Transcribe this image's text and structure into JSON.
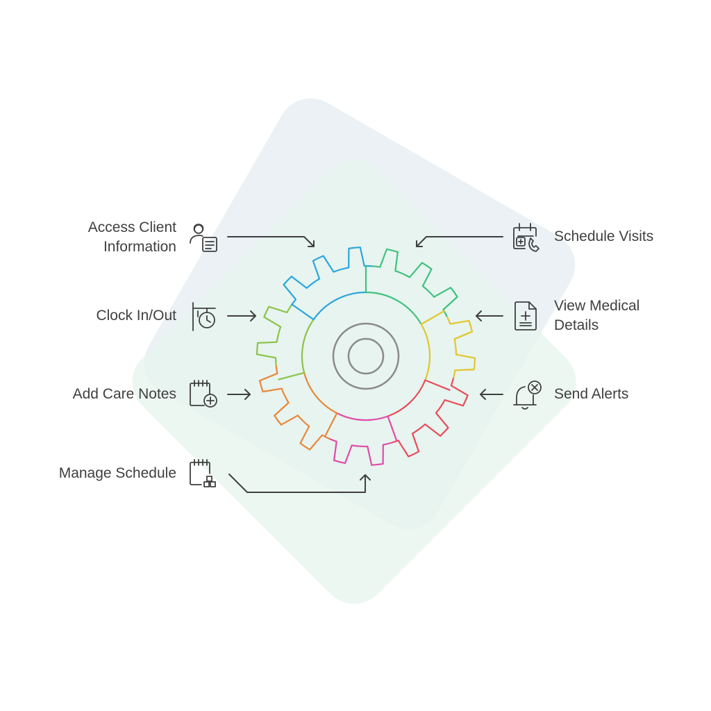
{
  "colors": {
    "bg_blue": "#e9eff4",
    "bg_green": "#e6f4ec",
    "line": "#3f3f3f",
    "icon": "#3f3f3f",
    "text": "#3f3f3f",
    "inner_ring": "#8a8a8a",
    "segments": [
      "#2aa6dc",
      "#3ec27e",
      "#8bc34a",
      "#e2c62b",
      "#e8873a",
      "#e94b5a",
      "#e14aa8"
    ]
  },
  "left_items": [
    {
      "id": "access-client-information",
      "lines": [
        "Access Client",
        "Information"
      ],
      "icon": "person-document-icon"
    },
    {
      "id": "clock-in-out",
      "lines": [
        "Clock In/Out"
      ],
      "icon": "time-clock-sign-icon"
    },
    {
      "id": "add-care-notes",
      "lines": [
        "Add Care Notes"
      ],
      "icon": "calendar-add-icon"
    },
    {
      "id": "manage-schedule",
      "lines": [
        "Manage Schedule"
      ],
      "icon": "calendar-blocks-icon"
    }
  ],
  "right_items": [
    {
      "id": "schedule-visits",
      "lines": [
        "Schedule Visits"
      ],
      "icon": "calendar-medical-phone-icon"
    },
    {
      "id": "view-medical-details",
      "lines": [
        "View Medical",
        "Details"
      ],
      "icon": "medical-document-icon"
    },
    {
      "id": "send-alerts",
      "lines": [
        "Send Alerts"
      ],
      "icon": "bell-alert-icon"
    }
  ]
}
